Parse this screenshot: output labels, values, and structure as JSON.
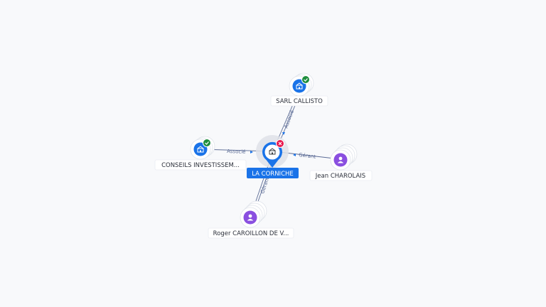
{
  "graph": {
    "center": {
      "label": "LA CORNICHE",
      "icon": "building-icon",
      "status": "closed",
      "status_icon": "close-icon",
      "colors": {
        "pin": "#1a73e8",
        "status": "#e8194e"
      }
    },
    "nodes": [
      {
        "id": "callisto",
        "label": "SARL CALLISTO",
        "type": "company",
        "icon": "building-icon",
        "verified": true
      },
      {
        "id": "conseils",
        "label": "CONSEILS INVESTISSEM...",
        "type": "company",
        "icon": "building-icon",
        "verified": true
      },
      {
        "id": "charolais",
        "label": "Jean CHAROLAIS",
        "type": "person",
        "icon": "person-icon",
        "verified": false
      },
      {
        "id": "caroillon",
        "label": "Roger CAROILLON DE V...",
        "type": "person",
        "icon": "person-icon",
        "verified": false
      }
    ],
    "edges": [
      {
        "from": "callisto",
        "label": "Associé"
      },
      {
        "from": "conseils",
        "label": "Associé"
      },
      {
        "from": "charolais",
        "label": "Gérant"
      },
      {
        "from": "caroillon",
        "label": "Gérant"
      }
    ],
    "colors": {
      "company": "#1a73e8",
      "person": "#8a4fe0",
      "verified": "#1e8e3e",
      "edge": "#5b6b95"
    }
  }
}
